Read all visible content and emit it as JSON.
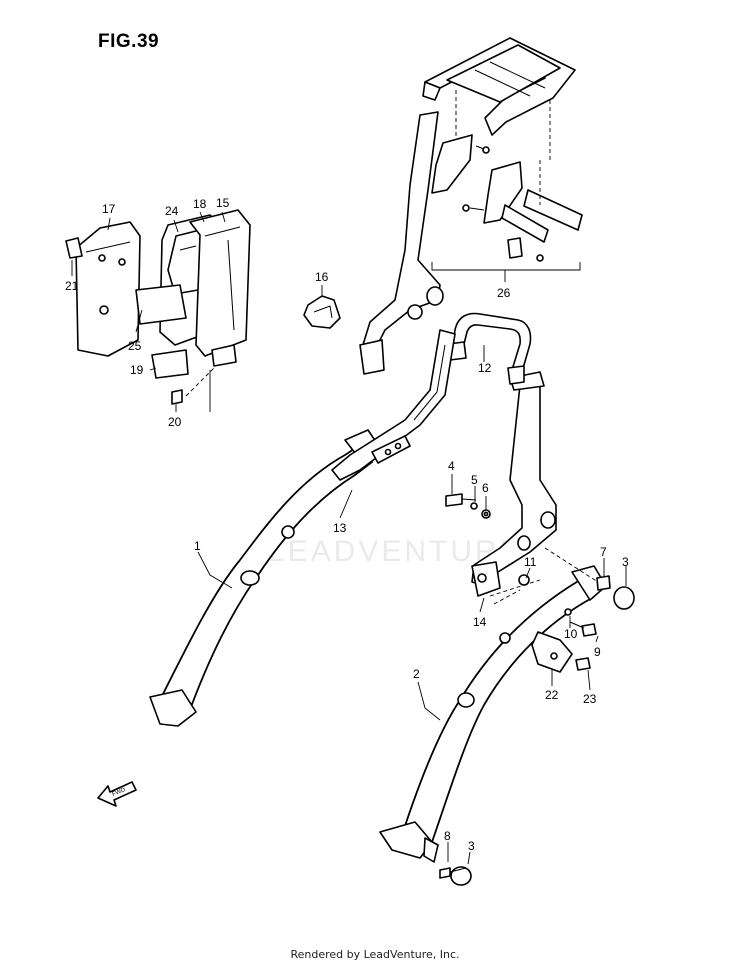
{
  "figure": {
    "title": "FIG.39",
    "footer": "Rendered by LeadVenture, Inc.",
    "watermark": "LEADVENTURE",
    "fwd_label": "FWD"
  },
  "callouts": [
    {
      "id": "c1",
      "label": "1"
    },
    {
      "id": "c2",
      "label": "2"
    },
    {
      "id": "c3a",
      "label": "3"
    },
    {
      "id": "c3b",
      "label": "3"
    },
    {
      "id": "c4",
      "label": "4"
    },
    {
      "id": "c5",
      "label": "5"
    },
    {
      "id": "c6",
      "label": "6"
    },
    {
      "id": "c7",
      "label": "7"
    },
    {
      "id": "c8",
      "label": "8"
    },
    {
      "id": "c9",
      "label": "9"
    },
    {
      "id": "c10",
      "label": "10"
    },
    {
      "id": "c11",
      "label": "11"
    },
    {
      "id": "c12",
      "label": "12"
    },
    {
      "id": "c13",
      "label": "13"
    },
    {
      "id": "c14",
      "label": "14"
    },
    {
      "id": "c15",
      "label": "15"
    },
    {
      "id": "c16",
      "label": "16"
    },
    {
      "id": "c17",
      "label": "17"
    },
    {
      "id": "c18",
      "label": "18"
    },
    {
      "id": "c19",
      "label": "19"
    },
    {
      "id": "c20",
      "label": "20"
    },
    {
      "id": "c21",
      "label": "21"
    },
    {
      "id": "c22",
      "label": "22"
    },
    {
      "id": "c23",
      "label": "23"
    },
    {
      "id": "c24",
      "label": "24"
    },
    {
      "id": "c25",
      "label": "25"
    },
    {
      "id": "c26",
      "label": "26"
    }
  ]
}
